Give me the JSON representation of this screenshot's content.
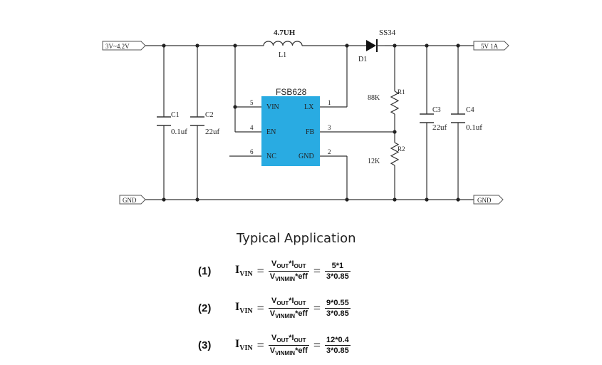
{
  "circuit": {
    "vin_label": "3V~4.2V",
    "vout_label": "5V 1A",
    "gnd_left": "GND",
    "gnd_right": "GND",
    "inductor": {
      "name": "L1",
      "value": "4.7UH"
    },
    "diode": {
      "name": "D1",
      "part": "SS34"
    },
    "c1": {
      "name": "C1",
      "value": "0.1uf"
    },
    "c2": {
      "name": "C2",
      "value": "22uf"
    },
    "c3": {
      "name": "C3",
      "value": "22uf"
    },
    "c4": {
      "name": "C4",
      "value": "0.1uf"
    },
    "r1": {
      "name": "R1",
      "value": "88K"
    },
    "r2": {
      "name": "R2",
      "value": "12K"
    },
    "ic": {
      "name": "FSB628",
      "color": "#29abe2",
      "pins": [
        {
          "num": "5",
          "name": "VIN"
        },
        {
          "num": "1",
          "name": "LX"
        },
        {
          "num": "4",
          "name": "EN"
        },
        {
          "num": "3",
          "name": "FB"
        },
        {
          "num": "6",
          "name": "NC"
        },
        {
          "num": "2",
          "name": "GND"
        }
      ]
    }
  },
  "section_title": "Typical Application",
  "equations": [
    {
      "index": "(1)",
      "numerator": "5*1",
      "denominator": "3*0.85"
    },
    {
      "index": "(2)",
      "numerator": "9*0.55",
      "denominator": "3*0.85"
    },
    {
      "index": "(3)",
      "numerator": "12*0.4",
      "denominator": "3*0.85"
    }
  ]
}
